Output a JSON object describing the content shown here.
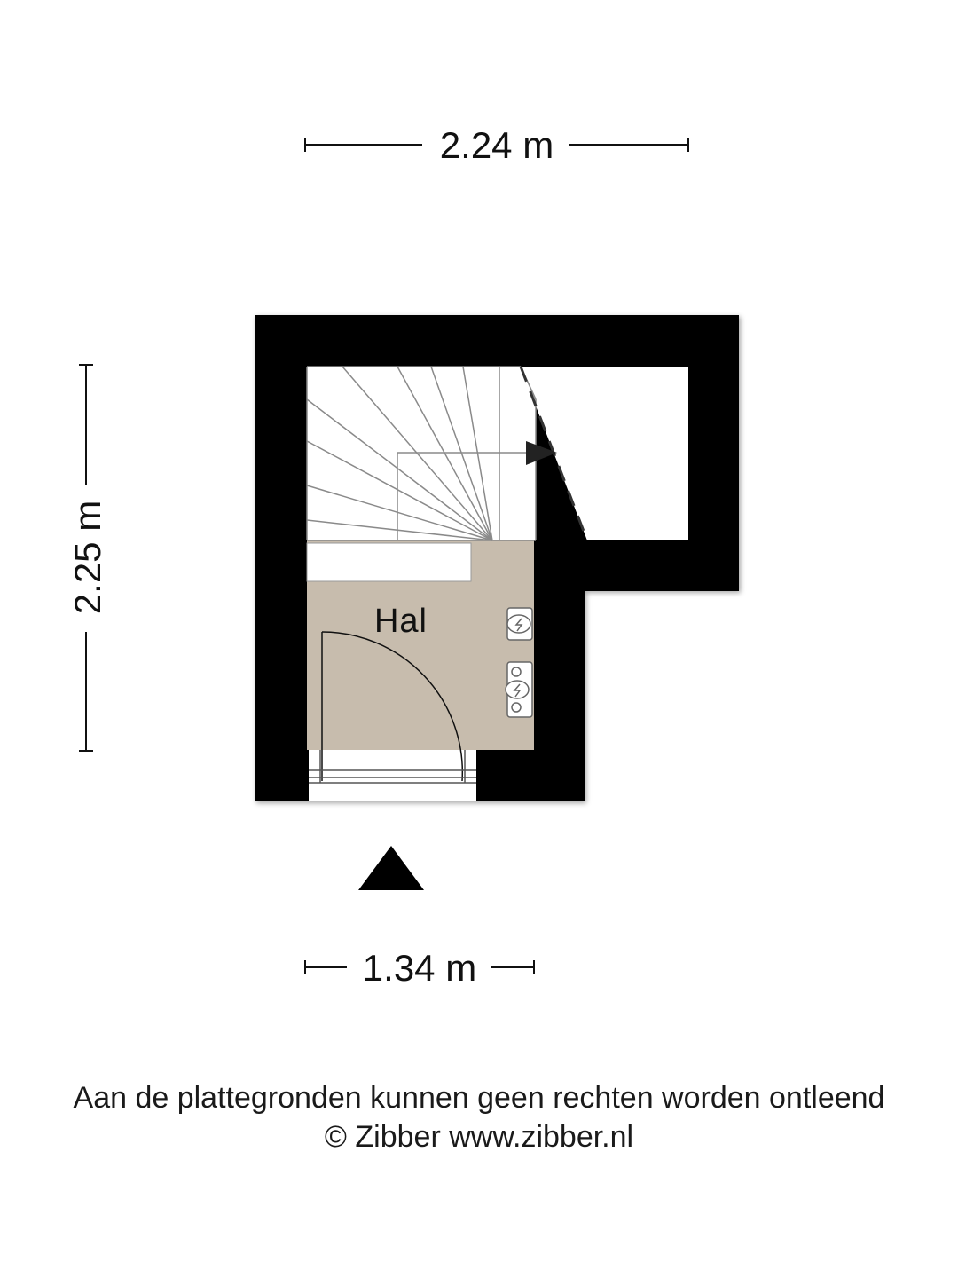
{
  "dimensions": {
    "top_width": "2.24 m",
    "left_height": "2.25 m",
    "bottom_width": "1.34 m"
  },
  "rooms": [
    {
      "label": "Hal"
    }
  ],
  "footer": {
    "disclaimer": "Aan de plattegronden kunnen geen rechten worden ontleend",
    "copyright": "© Zibber www.zibber.nl"
  },
  "colors": {
    "wall": "#000000",
    "floor_hal": "#c7bcad",
    "stair_lines": "#8a8a8a",
    "text": "#111111"
  },
  "icons": [
    "stair-direction-arrow-icon",
    "entrance-arrow-icon",
    "meter-icon",
    "meter-icon"
  ]
}
